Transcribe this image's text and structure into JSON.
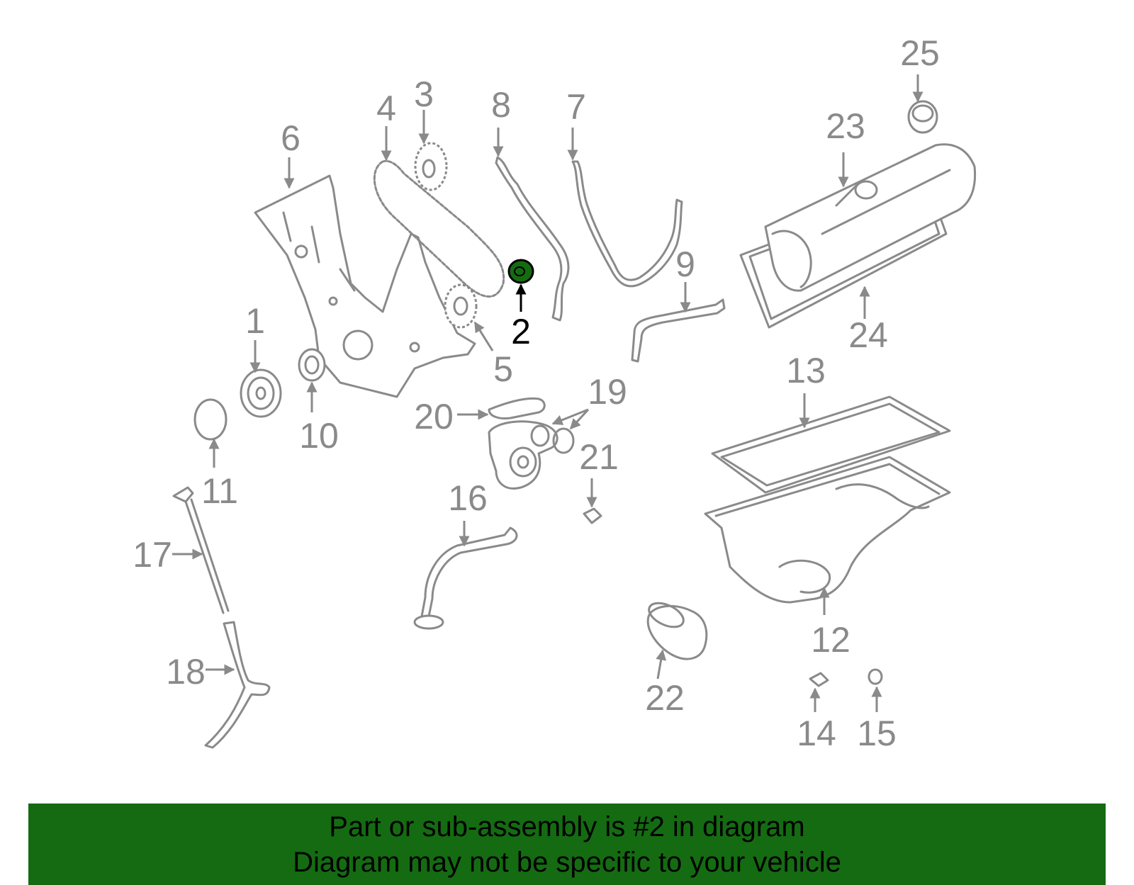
{
  "diagram": {
    "highlight_color": "#156b12",
    "highlighted_part": "2",
    "callouts": [
      "1",
      "2",
      "3",
      "4",
      "5",
      "6",
      "7",
      "8",
      "9",
      "10",
      "11",
      "12",
      "13",
      "14",
      "15",
      "16",
      "17",
      "18",
      "19",
      "20",
      "21",
      "22",
      "23",
      "24",
      "25"
    ]
  },
  "banner": {
    "background": "#156b12",
    "line1": "Part or sub-assembly is #2 in diagram",
    "line2": "Diagram may not be specific to your vehicle"
  }
}
